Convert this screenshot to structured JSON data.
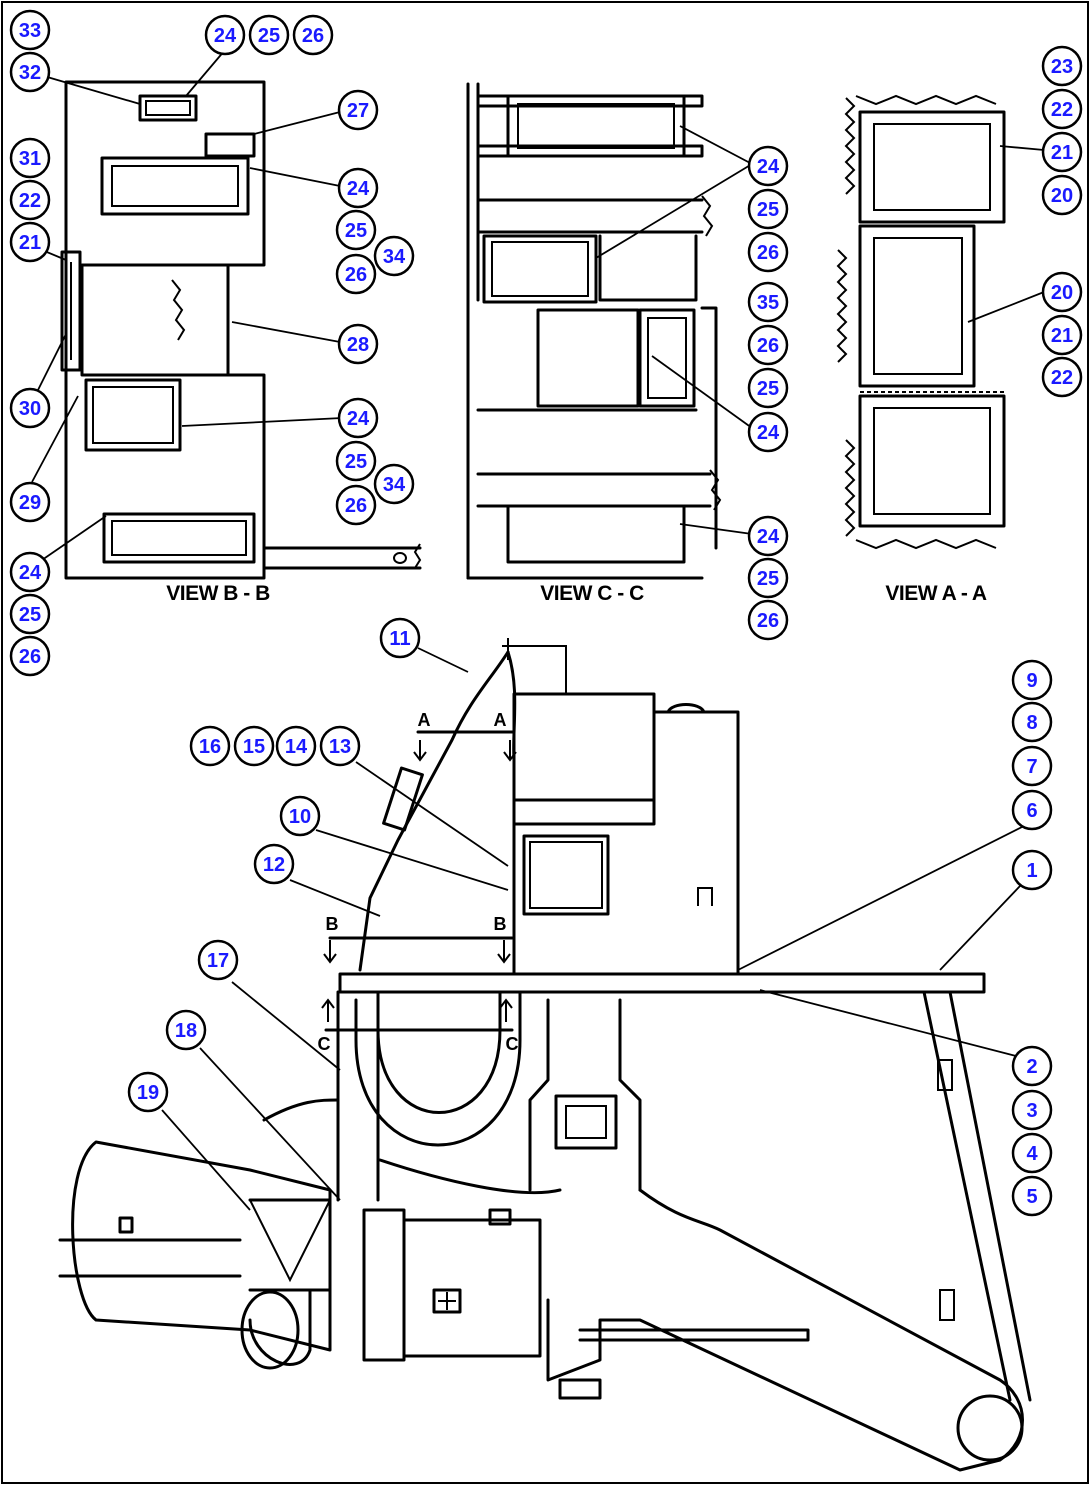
{
  "views": {
    "view_bb": "VIEW B - B",
    "view_cc": "VIEW C - C",
    "view_aa": "VIEW A - A"
  },
  "section_letters": {
    "a": "A",
    "b": "B",
    "c": "C"
  },
  "callouts": {
    "c1": "1",
    "c2": "2",
    "c3": "3",
    "c4": "4",
    "c5": "5",
    "c6": "6",
    "c7": "7",
    "c8": "8",
    "c9": "9",
    "c10": "10",
    "c11": "11",
    "c12": "12",
    "c13": "13",
    "c14": "14",
    "c15": "15",
    "c16": "16",
    "c17": "17",
    "c18": "18",
    "c19": "19",
    "c20": "20",
    "c21": "21",
    "c22": "22",
    "c23": "23",
    "c24": "24",
    "c25": "25",
    "c26": "26",
    "c27": "27",
    "c28": "28",
    "c29": "29",
    "c30": "30",
    "c31": "31",
    "c32": "32",
    "c33": "33",
    "c34": "34",
    "c35": "35"
  },
  "colors": {
    "callout_text": "#1a1aff",
    "line": "#000000",
    "background": "#ffffff"
  }
}
